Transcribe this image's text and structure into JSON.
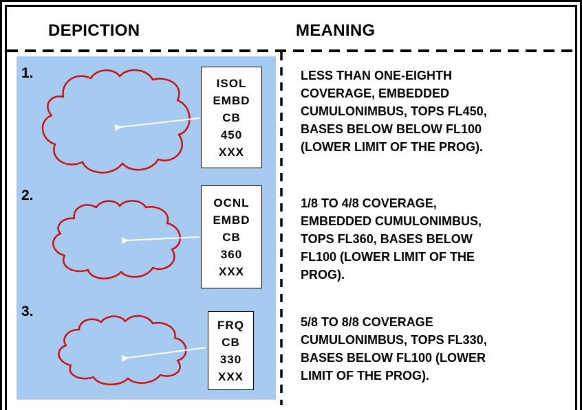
{
  "headers": {
    "depiction": "DEPICTION",
    "meaning": "MEANING"
  },
  "rows": [
    {
      "number": "1.",
      "codes": [
        "ISOL",
        "EMBD",
        "CB",
        "450",
        "XXX"
      ],
      "meaning_lines": [
        "LESS THAN ONE-EIGHTH",
        "COVERAGE, EMBEDDED",
        "CUMULONIMBUS, TOPS FL450,",
        "BASES BELOW BELOW FL100",
        "(LOWER LIMIT OF THE PROG)."
      ]
    },
    {
      "number": "2.",
      "codes": [
        "OCNL",
        "EMBD",
        "CB",
        "360",
        "XXX"
      ],
      "meaning_lines": [
        "1/8 TO 4/8 COVERAGE,",
        "EMBEDDED CUMULONIMBUS,",
        "TOPS FL360, BASES BELOW",
        "FL100 (LOWER LIMIT OF THE",
        "PROG)."
      ]
    },
    {
      "number": "3.",
      "codes": [
        "FRQ",
        "CB",
        "330",
        "XXX"
      ],
      "meaning_lines": [
        "5/8 TO 8/8 COVERAGE",
        "CUMULONIMBUS, TOPS FL330,",
        "BASES BELOW  FL100 (LOWER",
        "LIMIT OF THE PROG)."
      ]
    }
  ],
  "colors": {
    "panel": "#a6caf0",
    "cloud_outline": "#cc1111",
    "arrow": "#ffffff",
    "border": "#000000"
  }
}
